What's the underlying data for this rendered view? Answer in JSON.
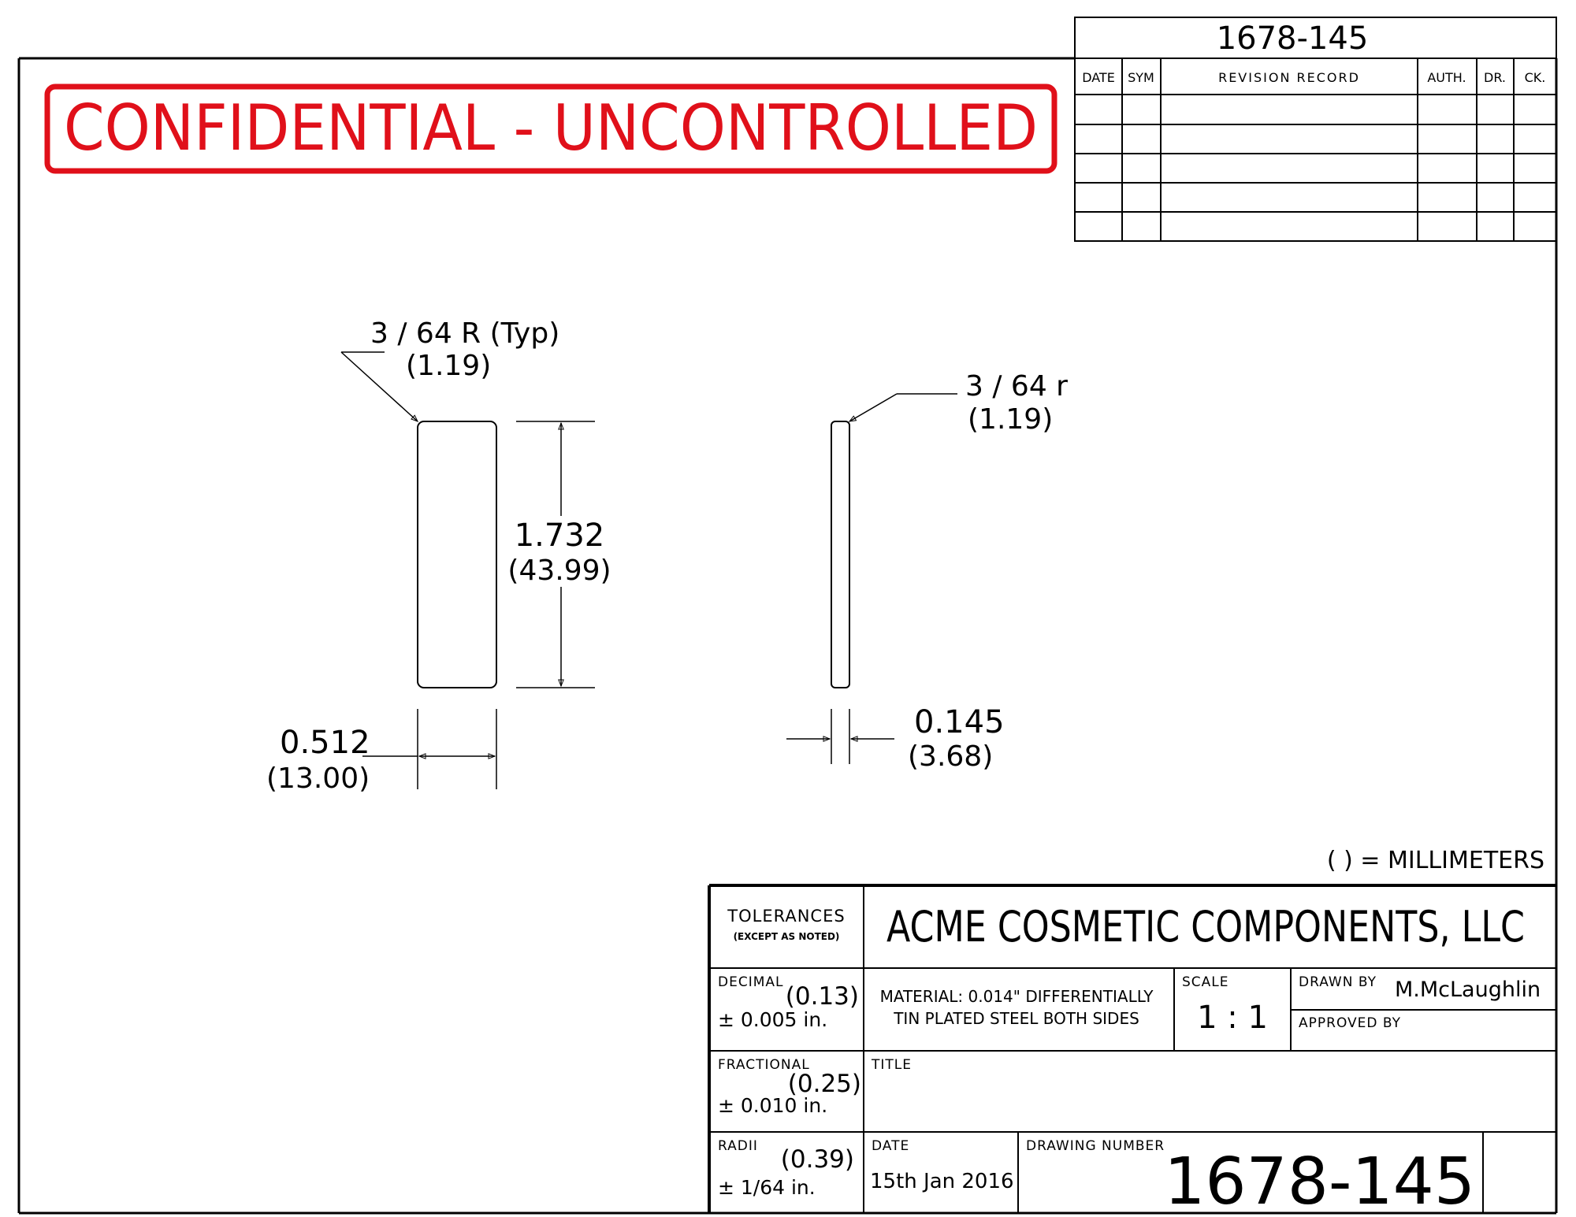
{
  "revision_block": {
    "number": "1678-145",
    "headers": {
      "date": "DATE",
      "sym": "SYM",
      "record": "REVISION RECORD",
      "auth": "AUTH.",
      "dr": "DR.",
      "ck": "CK."
    }
  },
  "stamp": {
    "text": "CONFIDENTIAL - UNCONTROLLED",
    "color": "#e0101a"
  },
  "front_view": {
    "radius_label": "3 / 64 R (Typ)",
    "radius_label_mm": "(1.19)",
    "height_label": "1.732",
    "height_label_mm": "(43.99)",
    "width_label": "0.512",
    "width_label_mm": "(13.00)"
  },
  "side_view": {
    "radius_label": "3 / 64 r",
    "radius_label_mm": "(1.19)",
    "thickness_label": "0.145",
    "thickness_label_mm": "(3.68)"
  },
  "units_note": "( ) = MILLIMETERS",
  "title_block": {
    "company": "ACME COSMETIC COMPONENTS, LLC",
    "tolerances_title": "TOLERANCES",
    "tolerances_sub": "(EXCEPT AS NOTED)",
    "decimal_label": "DECIMAL",
    "decimal_mm": "(0.13)",
    "decimal_value": "± 0.005  in.",
    "fractional_label": "FRACTIONAL",
    "fractional_mm": "(0.25)",
    "fractional_value": "± 0.010  in.",
    "radii_label": "RADII",
    "radii_mm": "(0.39)",
    "radii_value": "± 1/64  in.",
    "material_line1": "MATERIAL: 0.014\" DIFFERENTIALLY",
    "material_line2": "TIN PLATED STEEL BOTH SIDES",
    "scale_label": "SCALE",
    "scale_value": "1 : 1",
    "drawn_by_label": "DRAWN BY",
    "drawn_by_value": "M.McLaughlin",
    "approved_by_label": "APPROVED BY",
    "title_label": "TITLE",
    "date_label": "DATE",
    "date_value": "15th Jan 2016",
    "drawing_number_label": "DRAWING NUMBER",
    "drawing_number_value": "1678-145"
  }
}
